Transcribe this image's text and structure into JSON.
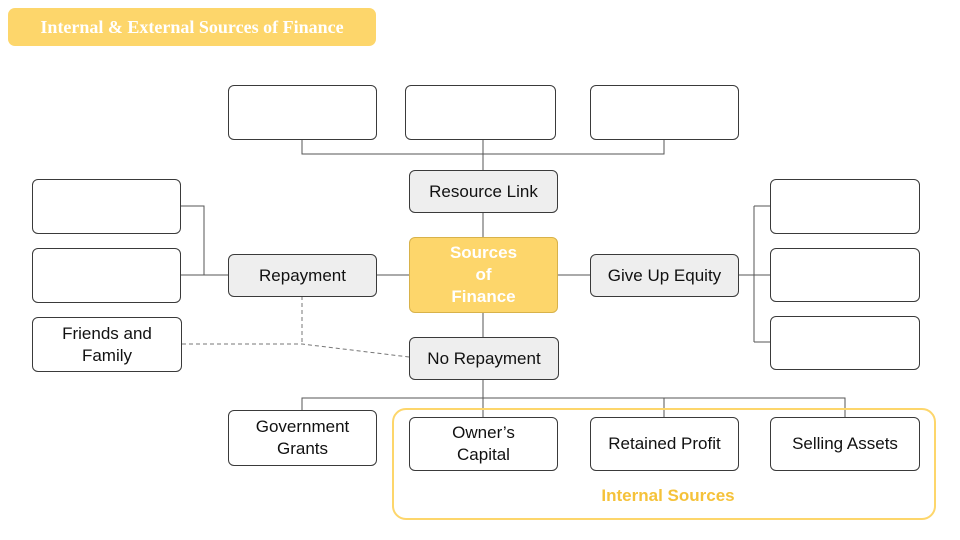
{
  "header": {
    "title": "Internal & External Sources of Finance"
  },
  "diagram": {
    "center": "Sources\nof\nFinance",
    "resource_link": "Resource Link",
    "repayment": "Repayment",
    "give_up_equity": "Give Up Equity",
    "no_repayment": "No Repayment",
    "friends_family": "Friends and Family",
    "government_grants": "Government Grants",
    "owners_capital": "Owner’s Capital",
    "retained_profit": "Retained Profit",
    "selling_assets": "Selling Assets",
    "internal_sources_label": "Internal Sources"
  },
  "colors": {
    "accent": "#FDD66B",
    "node_fill": "#EEEEEE",
    "label_accent": "#F5C23A"
  }
}
